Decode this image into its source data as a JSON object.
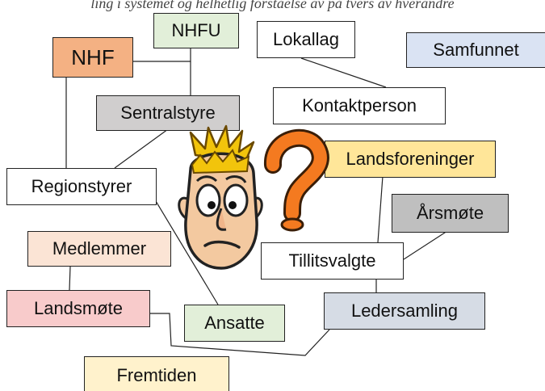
{
  "caption": "ling i systemet og helhetlig forståelse av på tvers av hverandre",
  "nodes": {
    "nhfu": "NHFU",
    "nhf": "NHF",
    "lokallag": "Lokallag",
    "samfunnet": "Samfunnet",
    "sentralstyre": "Sentralstyre",
    "kontaktperson": "Kontaktperson",
    "landsforeninger": "Landsforeninger",
    "regionstyrer": "Regionstyrer",
    "arsmote": "Årsmøte",
    "medlemmer": "Medlemmer",
    "tillitsvalgte": "Tillitsvalgte",
    "landsmote": "Landsmøte",
    "ledersamling": "Ledersamling",
    "ansatte": "Ansatte",
    "fremtiden": "Fremtiden"
  },
  "colors": {
    "nhfu": "#e2efd9",
    "nhf": "#f4b183",
    "samfunnet": "#dae3f3",
    "sentralstyre": "#d0cece",
    "landsforeninger": "#ffe699",
    "arsmote": "#bfbfbf",
    "medlemmer": "#fbe4d5",
    "landsmote": "#f8cbcb",
    "ledersamling": "#d6dce5",
    "ansatte": "#e2efd9",
    "fremtiden": "#fff2cc",
    "plain": "#ffffff",
    "question_mark": "#f47a20"
  },
  "illustration": "confused-cartoon-face-with-question-mark"
}
